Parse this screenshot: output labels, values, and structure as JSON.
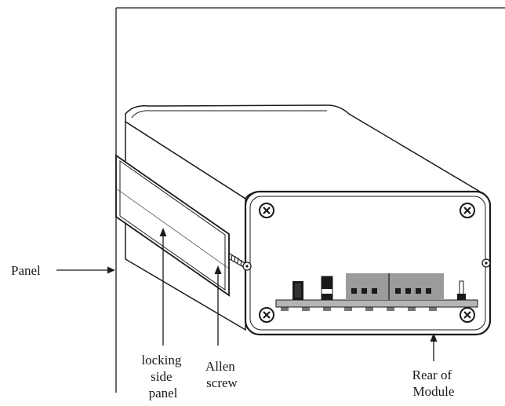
{
  "labels": {
    "panel": "Panel",
    "locking_side_panel": [
      "locking",
      "side",
      "panel"
    ],
    "allen_screw": [
      "Allen",
      "screw"
    ],
    "rear_of_module": [
      "Rear of",
      "Module"
    ]
  },
  "colors": {
    "line": "#1a1a1a",
    "terminal_block": "#9b9b9b",
    "pcb": "#b5b5b5",
    "pin": "#777777"
  }
}
